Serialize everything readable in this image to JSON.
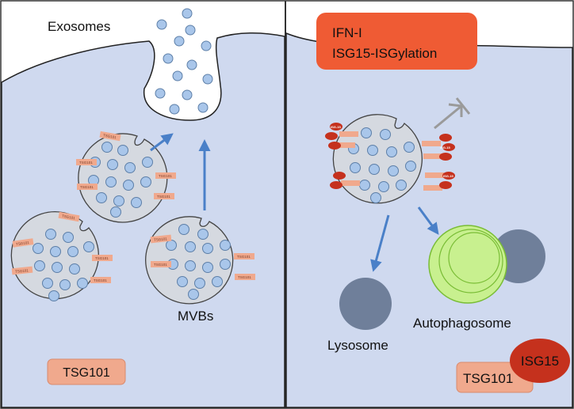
{
  "labels": {
    "exosomes": "Exosomes",
    "mvbs": "MVBs",
    "lysosome": "Lysosome",
    "autophagosome": "Autophagosome",
    "ifn_line1": "IFN-I",
    "ifn_line2": "ISG15-ISGylation",
    "tsg101_left": "TSG101",
    "tsg101_right": "TSG101",
    "isg15": "ISG15",
    "tag_tsg": "TSG101",
    "tag_isg": "ISG-15"
  },
  "colors": {
    "cell": "#cfd9ef",
    "mvb": "#d5d9e0",
    "vesicle": "#a9c6ea",
    "tag": "#f0a98d",
    "arrow_blue": "#4a80c8",
    "arrow_gray": "#9a9a9a",
    "lysosome": "#6f7f9a",
    "autophagosome": "#c8f08f",
    "ifn_box": "#ef5b34",
    "isg_red": "#c5311d"
  }
}
